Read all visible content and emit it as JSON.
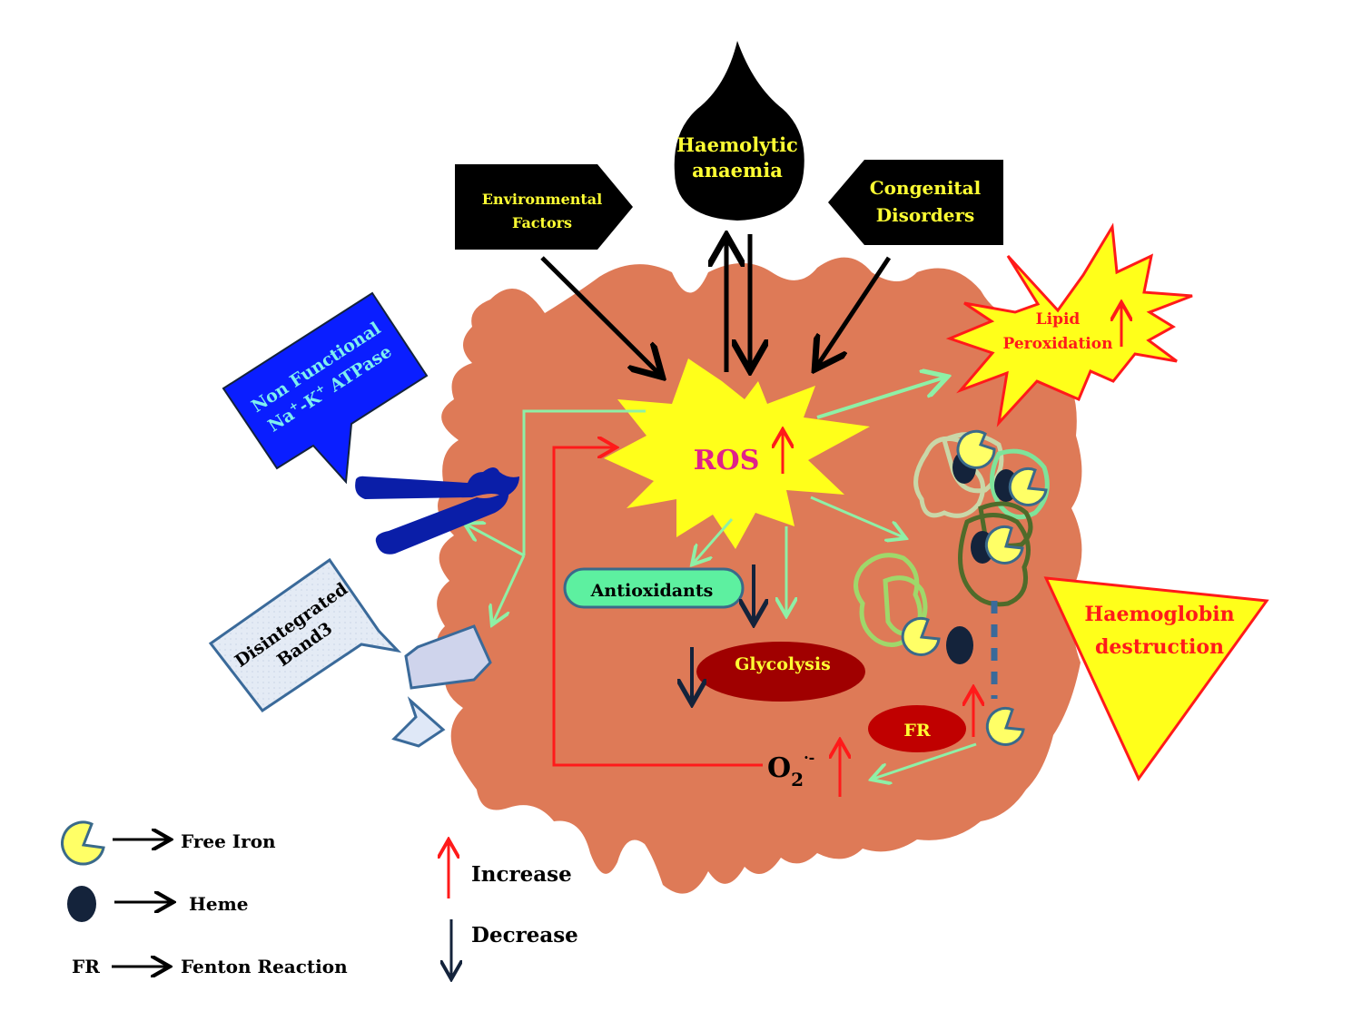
{
  "labels": {
    "haemolytic_line1": "Haemolytic",
    "haemolytic_line2": "anaemia",
    "environmental_line1": "Environmental",
    "environmental_line2": "Factors",
    "congenital_line1": "Congenital",
    "congenital_line2": "Disorders",
    "lipid_line1": "Lipid",
    "lipid_line2": "Peroxidation",
    "ros": "ROS",
    "antioxidants": "Antioxidants",
    "glycolysis": "Glycolysis",
    "fr": "FR",
    "o2_base": "O",
    "o2_sub": "2",
    "o2_sup": "·-",
    "haemoglobin_line1": "Haemoglobin",
    "haemoglobin_line2": "destruction",
    "nonfunctional_line1": "Non Functional",
    "nonfunctional_line2_pre": "Na",
    "nonfunctional_line2_sup1": "+",
    "nonfunctional_line2_mid": "-K",
    "nonfunctional_line2_sup2": "+",
    "nonfunctional_line2_post": " ATPase",
    "band3_line1": "Disintegrated",
    "band3_line2": "Band3"
  },
  "legend": {
    "free_iron": "Free Iron",
    "heme": "Heme",
    "fr_abbrev": "FR",
    "fenton": "Fenton Reaction",
    "increase": "Increase",
    "decrease": "Decrease"
  },
  "colors": {
    "cell": "#de7a57",
    "yellow_text": "#ffff33",
    "star_fill": "#ffff1a",
    "red": "#ff1a1a",
    "magenta_text": "#e0218a",
    "green_arrow": "#8ef0a6",
    "dark_navy": "#14233b",
    "blue_box": "#0a1eff",
    "dark_red": "#a00000",
    "antiox_fill": "#5df0a0"
  }
}
